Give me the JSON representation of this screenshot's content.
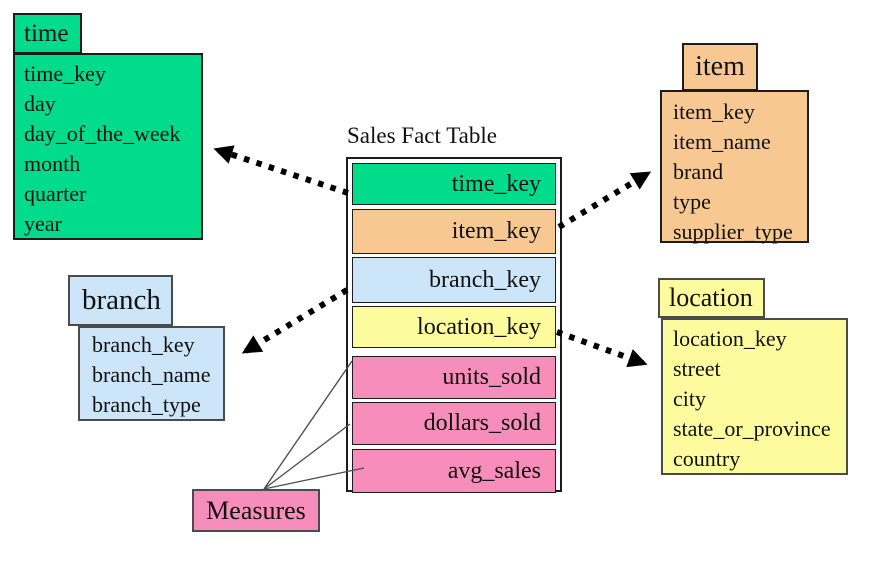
{
  "diagram": {
    "kind": "star-schema",
    "fact_title": "Sales Fact Table",
    "measures_label": "Measures"
  },
  "colors": {
    "time": "#00DB8C",
    "item": "#F8C893",
    "branch": "#CDE5F8",
    "location": "#FCFC9E",
    "measure": "#F78DBA",
    "connector": "#000000",
    "thin_line": "#4f4f4f"
  },
  "dimension_tables": {
    "time": {
      "name": "time",
      "fields": [
        "time_key",
        "day",
        "day_of_the_week",
        "month",
        "quarter",
        "year"
      ]
    },
    "item": {
      "name": "item",
      "fields": [
        "item_key",
        "item_name",
        "brand",
        "type",
        "supplier_type"
      ]
    },
    "branch": {
      "name": "branch",
      "fields": [
        "branch_key",
        "branch_name",
        "branch_type"
      ]
    },
    "location": {
      "name": "location",
      "fields": [
        "location_key",
        "street",
        "city",
        "state_or_province",
        "country"
      ]
    }
  },
  "fact_table": {
    "title": "Sales Fact Table",
    "rows": [
      {
        "label": "time_key",
        "color_key": "time"
      },
      {
        "label": "item_key",
        "color_key": "item"
      },
      {
        "label": "branch_key",
        "color_key": "branch"
      },
      {
        "label": "location_key",
        "color_key": "location"
      },
      {
        "label": "units_sold",
        "color_key": "measure"
      },
      {
        "label": "dollars_sold",
        "color_key": "measure"
      },
      {
        "label": "avg_sales",
        "color_key": "measure"
      }
    ]
  },
  "measures": {
    "label": "Measures"
  }
}
